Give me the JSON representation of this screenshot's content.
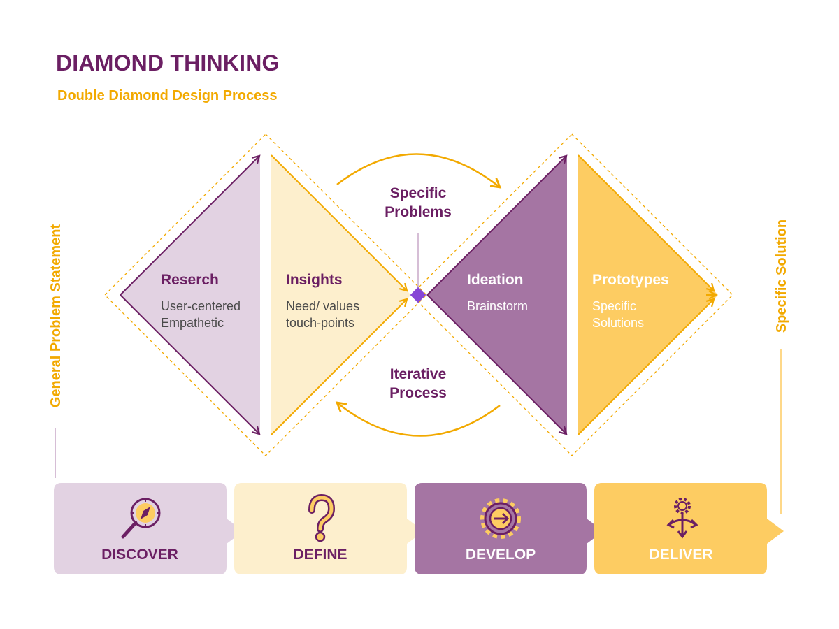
{
  "header": {
    "title": "DIAMOND THINKING",
    "subtitle": "Double Diamond Design Process"
  },
  "side_labels": {
    "left": "General Problem Statement",
    "right": "Specific Solution"
  },
  "center_labels": {
    "top_line1": "Specific",
    "top_line2": "Problems",
    "bottom_line1": "Iterative",
    "bottom_line2": "Process"
  },
  "quadrants": [
    {
      "title": "Reserch",
      "line1": "User-centered",
      "line2": "Empathetic"
    },
    {
      "title": "Insights",
      "line1": "Need/ values",
      "line2": "touch-points"
    },
    {
      "title": "Ideation",
      "line1": "Brainstorm",
      "line2": ""
    },
    {
      "title": "Prototypes",
      "line1": "Specific",
      "line2": "Solutions"
    }
  ],
  "stages": [
    {
      "label": "DISCOVER",
      "icon": "compass-magnifier-icon"
    },
    {
      "label": "DEFINE",
      "icon": "question-mark-icon"
    },
    {
      "label": "DEVELOP",
      "icon": "gear-arrow-icon"
    },
    {
      "label": "DELIVER",
      "icon": "gear-arrows-out-icon"
    }
  ],
  "colors": {
    "purple_dark": "#6b1f63",
    "purple_mid": "#a575a3",
    "purple_light": "#e2d2e2",
    "yellow_light": "#fdefcd",
    "yellow_mid": "#fdcc62",
    "yellow_dark": "#f2a900",
    "accent_diamond": "#8646d6"
  }
}
